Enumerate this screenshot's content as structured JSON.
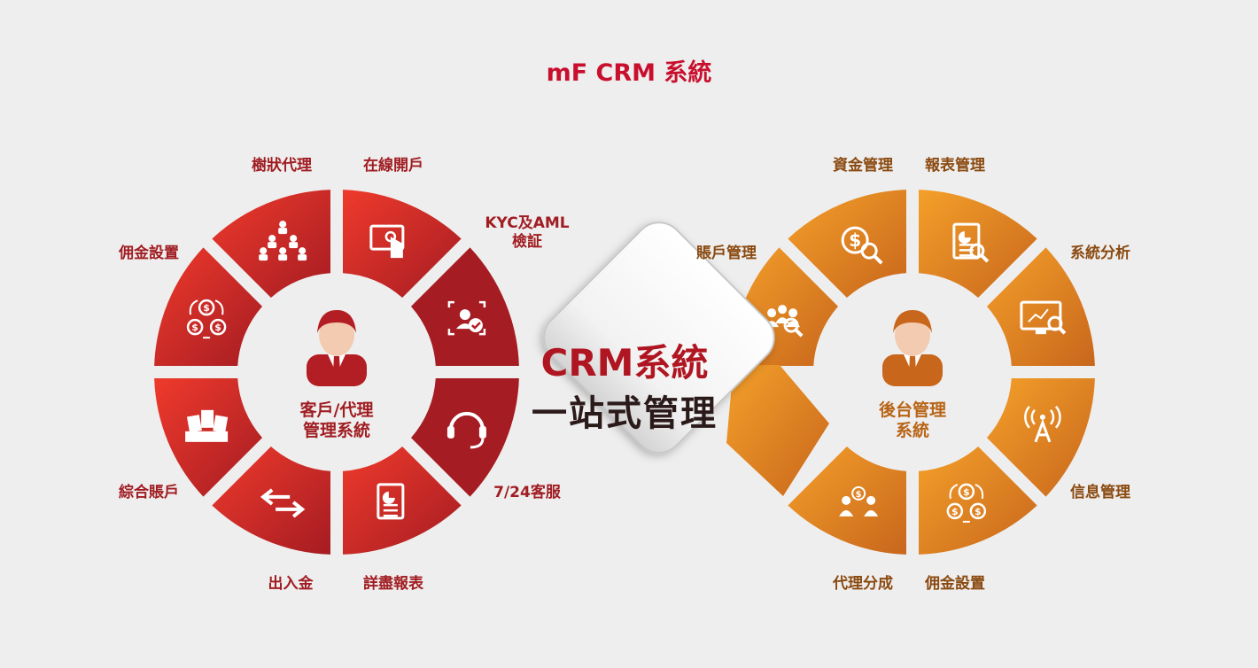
{
  "title": "mF CRM 系統",
  "center": {
    "line1": "CRM系統",
    "line2": "一站式管理"
  },
  "colors": {
    "red": "#d62a2a",
    "red_dark": "#a51c22",
    "orange": "#ef9a2a",
    "orange_dark": "#c96a1c",
    "title": "#c8102e"
  },
  "left_ring": {
    "hub_line1": "客戶/代理",
    "hub_line2": "管理系統",
    "segments": [
      {
        "id": "tree-agent",
        "label": "樹狀代理",
        "icon": "org-chart-icon"
      },
      {
        "id": "online-account",
        "label": "在線開戶",
        "icon": "touch-screen-icon"
      },
      {
        "id": "kyc-aml",
        "label": "KYC及AML",
        "label2": "檢証",
        "icon": "id-verify-icon"
      },
      {
        "id": "support",
        "label": "7/24客服",
        "icon": "headset-icon"
      },
      {
        "id": "report-detail",
        "label": "詳盡報表",
        "icon": "report-doc-icon"
      },
      {
        "id": "deposit-withdraw",
        "label": "出入金",
        "icon": "transfer-arrows-icon"
      },
      {
        "id": "combined-account",
        "label": "綜合賬戶",
        "icon": "accounts-tray-icon"
      },
      {
        "id": "commission-left",
        "label": "佣金設置",
        "icon": "money-cycle-icon"
      }
    ]
  },
  "right_ring": {
    "hub_line1": "後台管理",
    "hub_line2": "系統",
    "segments": [
      {
        "id": "account-mgmt",
        "label": "賬戶管理",
        "icon": "user-search-icon"
      },
      {
        "id": "fund-mgmt",
        "label": "資金管理",
        "icon": "money-search-icon"
      },
      {
        "id": "report-mgmt",
        "label": "報表管理",
        "icon": "report-search-icon"
      },
      {
        "id": "system-analysis",
        "label": "系統分析",
        "icon": "monitor-analysis-icon"
      },
      {
        "id": "message-mgmt",
        "label": "信息管理",
        "icon": "broadcast-icon"
      },
      {
        "id": "commission-right",
        "label": "佣金設置",
        "icon": "money-cycle-icon"
      },
      {
        "id": "agent-split",
        "label": "代理分成",
        "icon": "profit-share-icon"
      }
    ]
  }
}
